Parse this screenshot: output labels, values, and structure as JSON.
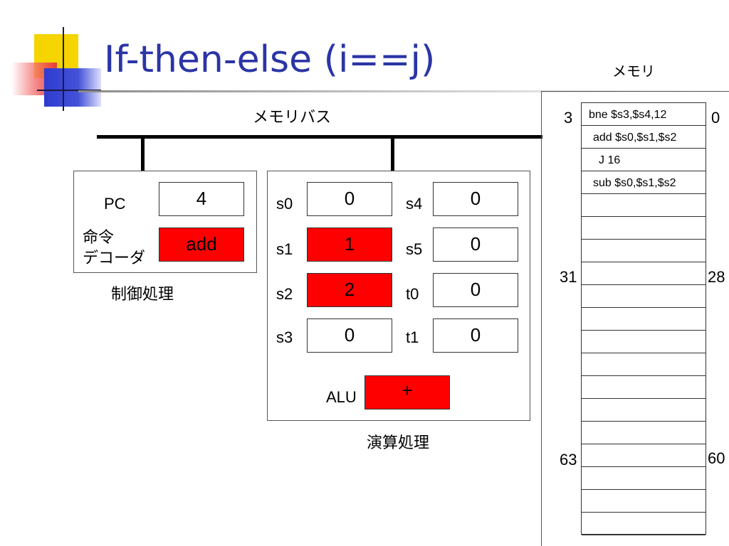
{
  "title": "If-then-else (i==j)",
  "bus": {
    "label": "メモリバス"
  },
  "control": {
    "caption": "制御処理",
    "pc_label": "PC",
    "pc_value": "4",
    "decoder_label_1": "命令",
    "decoder_label_2": "デコーダ",
    "decoder_value": "add"
  },
  "alu_unit": {
    "caption": "演算処理",
    "registers": [
      {
        "name": "s0",
        "value": "0",
        "active": false
      },
      {
        "name": "s1",
        "value": "1",
        "active": true
      },
      {
        "name": "s2",
        "value": "2",
        "active": true
      },
      {
        "name": "s3",
        "value": "0",
        "active": false
      },
      {
        "name": "s4",
        "value": "0",
        "active": false
      },
      {
        "name": "s5",
        "value": "0",
        "active": false
      },
      {
        "name": "t0",
        "value": "0",
        "active": false
      },
      {
        "name": "t1",
        "value": "0",
        "active": false
      }
    ],
    "alu_label": "ALU",
    "alu_value": "+"
  },
  "memory": {
    "title": "メモリ",
    "rows": [
      "bne $s3,$s4,12",
      "add $s0,$s1,$s2",
      "J 16",
      "sub $s0,$s1,$s2",
      "",
      "",
      "",
      "",
      "",
      "",
      "",
      "",
      "",
      "",
      "",
      "",
      "",
      "",
      ""
    ],
    "addr_left_top": "3",
    "addr_right_top": "0",
    "addr_left_mid": "31",
    "addr_right_mid": "28",
    "addr_left_bottom": "63",
    "addr_right_bottom": "60"
  },
  "colors": {
    "title": "#2b35a6",
    "active": "#ff0000"
  }
}
